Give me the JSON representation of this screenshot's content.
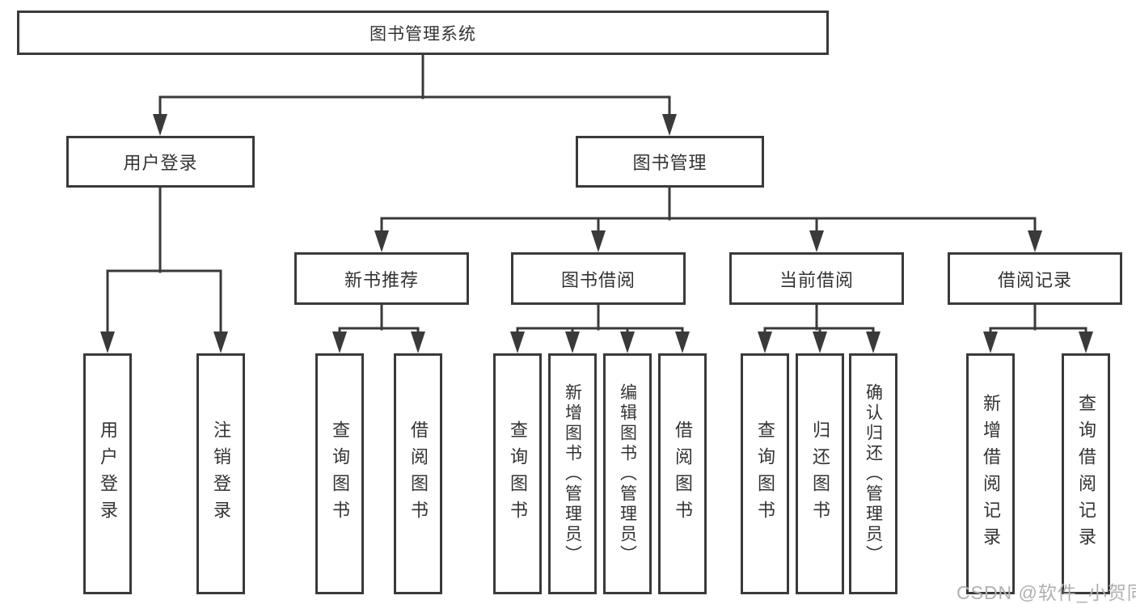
{
  "watermark": "CSDN @软件_小贺同学",
  "colors": {
    "line": "#3a3a3a",
    "text": "#333333",
    "watermark": "#b0b0b0",
    "background": "#ffffff"
  },
  "tree": {
    "root": {
      "label": "图书管理系统"
    },
    "user_login": {
      "label": "用户登录",
      "children": {
        "login": {
          "label": "用户登录"
        },
        "logout": {
          "label": "注销登录"
        }
      }
    },
    "book_management": {
      "label": "图书管理",
      "children": {
        "new_book_recommend": {
          "label": "新书推荐",
          "children": {
            "query_books": {
              "label": "查询图书"
            },
            "borrow_books": {
              "label": "借阅图书"
            }
          }
        },
        "book_borrowing": {
          "label": "图书借阅",
          "children": {
            "query_books": {
              "label": "查询图书"
            },
            "add_books": {
              "label": "新增图书（管理员）"
            },
            "edit_books": {
              "label": "编辑图书（管理员）"
            },
            "borrow_books": {
              "label": "借阅图书"
            }
          }
        },
        "current_borrowing": {
          "label": "当前借阅",
          "children": {
            "query_books": {
              "label": "查询图书"
            },
            "return_books": {
              "label": "归还图书"
            },
            "confirm_return": {
              "label": "确认归还（管理员）"
            }
          }
        },
        "borrow_records": {
          "label": "借阅记录",
          "children": {
            "add_record": {
              "label": "新增借阅记录"
            },
            "query_record": {
              "label": "查询借阅记录"
            }
          }
        }
      }
    }
  }
}
